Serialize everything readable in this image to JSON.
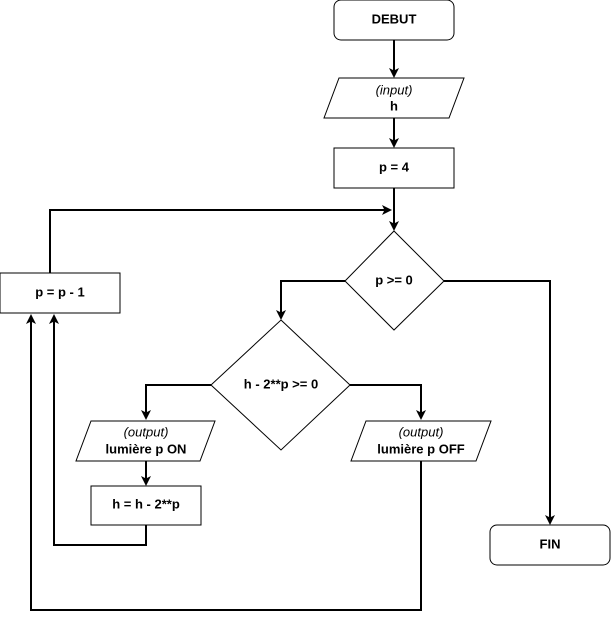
{
  "nodes": {
    "start": "DEBUT",
    "input_kind": "(input)",
    "input_var": "h",
    "init": "p = 4",
    "cond_loop": "p >= 0",
    "decrement": "p = p - 1",
    "cond_bit": "h - 2**p >= 0",
    "out_on_kind": "(output)",
    "out_on_text": "lumière p ON",
    "subtract": "h = h - 2**p",
    "out_off_kind": "(output)",
    "out_off_text": "lumière p OFF",
    "end": "FIN"
  }
}
